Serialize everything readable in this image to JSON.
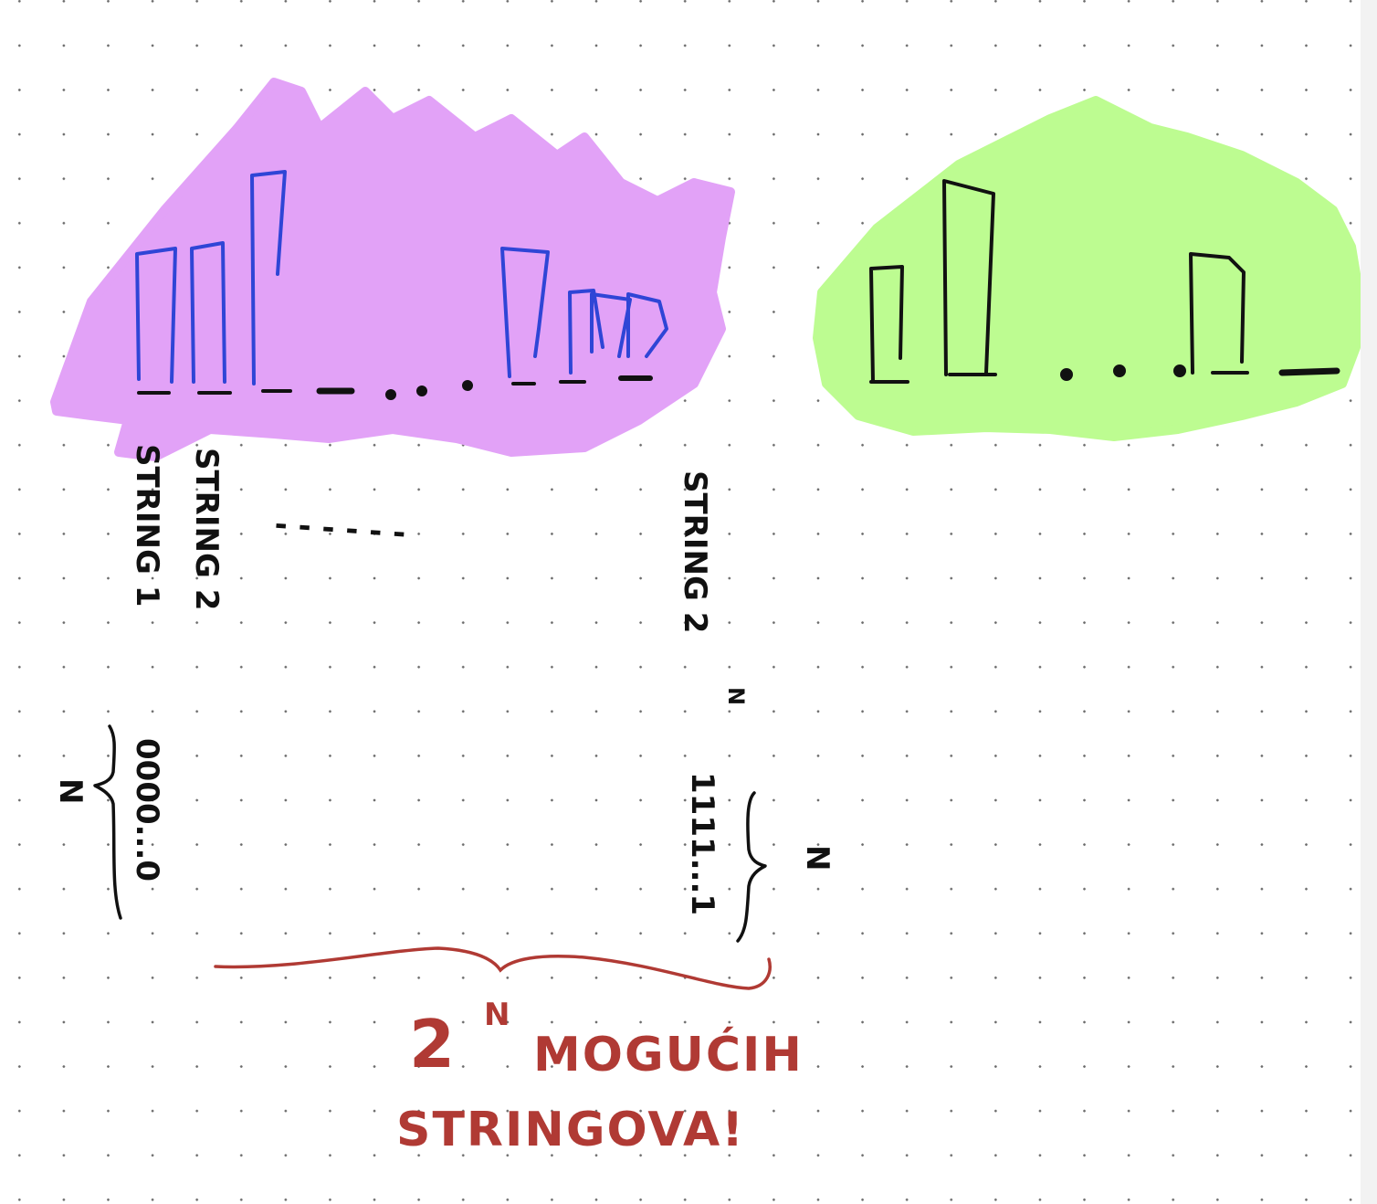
{
  "labels": {
    "string_1": "STRING 1",
    "string_2": "STRING 2",
    "dots_between": "- - - - - -",
    "string_last": "STRING 2",
    "string_last_exp": "N",
    "first_bits": "0000...0",
    "first_brace_label": "N",
    "last_bits": "1111...1",
    "last_brace_label": "N",
    "bottom_base": "2",
    "bottom_exp": "N",
    "bottom_line1": "MOGUĆIH",
    "bottom_line2": "STRINGOVA!"
  },
  "colors": {
    "purple_highlight": "#e2a2f7",
    "green_highlight": "#bdfc91",
    "blue_ink": "#2f45d6",
    "black_ink": "#111111",
    "red_ink": "#b03a34"
  }
}
